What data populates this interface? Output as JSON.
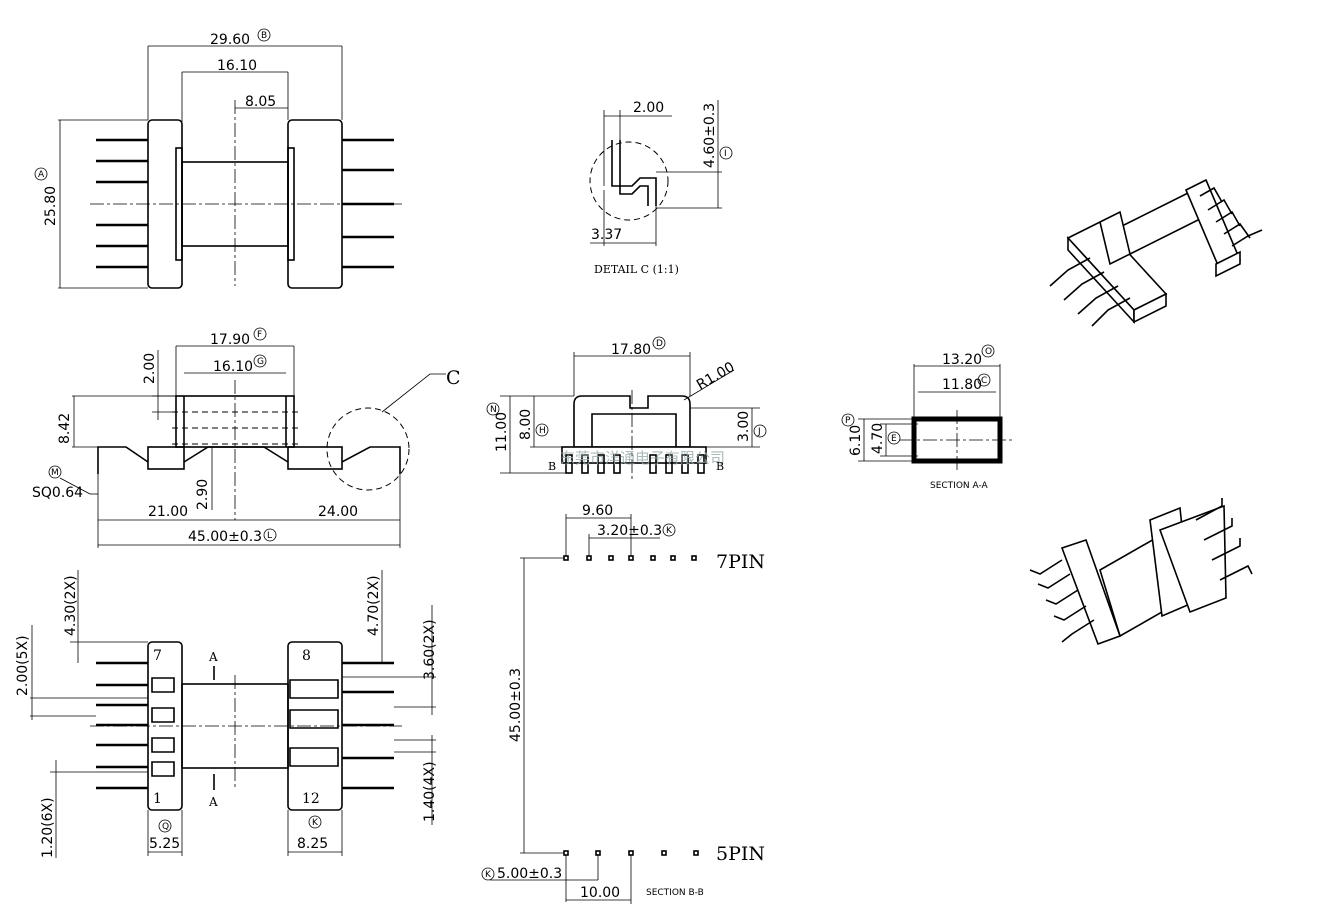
{
  "top_view": {
    "dims": {
      "overall_width": "29.60",
      "spool_width": "16.10",
      "half_width": "8.05",
      "height": "25.80"
    },
    "tags": {
      "overall_width": "B",
      "height": "A"
    }
  },
  "front_view": {
    "dims": {
      "flange_span": "17.90",
      "spool_width": "16.10",
      "flange_thickness": "2.00",
      "height": "8.42",
      "base_height": "2.90",
      "left_offset": "21.00",
      "right_offset": "24.00",
      "total_width": "45.00±0.3",
      "pin_size": "SQ0.64"
    },
    "tags": {
      "flange_span": "F",
      "spool_width": "G",
      "pin_size": "M",
      "total_width": "L"
    },
    "detail_callout": "C"
  },
  "bottom_view": {
    "dims": {
      "left_pitch": "4.30(2X)",
      "right_pitch": "4.70(2X)",
      "pin_pitch": "2.00(5X)",
      "right_step": "3.60(2X)",
      "left_step": "1.20(6X)",
      "right_offset": "1.40(4X)",
      "left_width": "5.25",
      "right_width": "8.25"
    },
    "tags": {
      "left_width": "Q",
      "right_width": "K"
    },
    "pin_labels": {
      "left_top": "7",
      "right_top": "8",
      "left_bottom": "1",
      "right_bottom": "12"
    },
    "section_marker": "A"
  },
  "detail_c": {
    "dims": {
      "top": "2.00",
      "height": "4.60±0.3",
      "bottom": "3.37"
    },
    "tags": {
      "height": "I"
    },
    "caption": "DETAIL C (1:1)"
  },
  "side_view": {
    "dims": {
      "width": "17.80",
      "radius": "R1.00",
      "total_height": "11.00",
      "body_height": "8.00",
      "step": "3.00"
    },
    "tags": {
      "width": "D",
      "total_height": "N",
      "body_height": "H",
      "step": "J"
    },
    "section_marker": "B",
    "watermark": "东莞市洋通电子有限公司"
  },
  "section_aa": {
    "dims": {
      "outer_width": "13.20",
      "inner_width": "11.80",
      "outer_height": "6.10",
      "inner_height": "4.70"
    },
    "tags": {
      "outer_width": "O",
      "inner_width": "C",
      "outer_height": "P",
      "inner_height": "E"
    },
    "caption": "SECTION A-A"
  },
  "section_bb": {
    "dims": {
      "offset": "9.60",
      "pitch": "3.20±0.3",
      "row_spacing": "45.00±0.3",
      "pitch_bottom": "5.00±0.3",
      "offset_bottom": "10.00"
    },
    "tags": {
      "pitch": "K",
      "pitch_bottom": "K"
    },
    "row_labels": {
      "top": "7PIN",
      "bottom": "5PIN"
    },
    "caption": "SECTION B-B"
  }
}
